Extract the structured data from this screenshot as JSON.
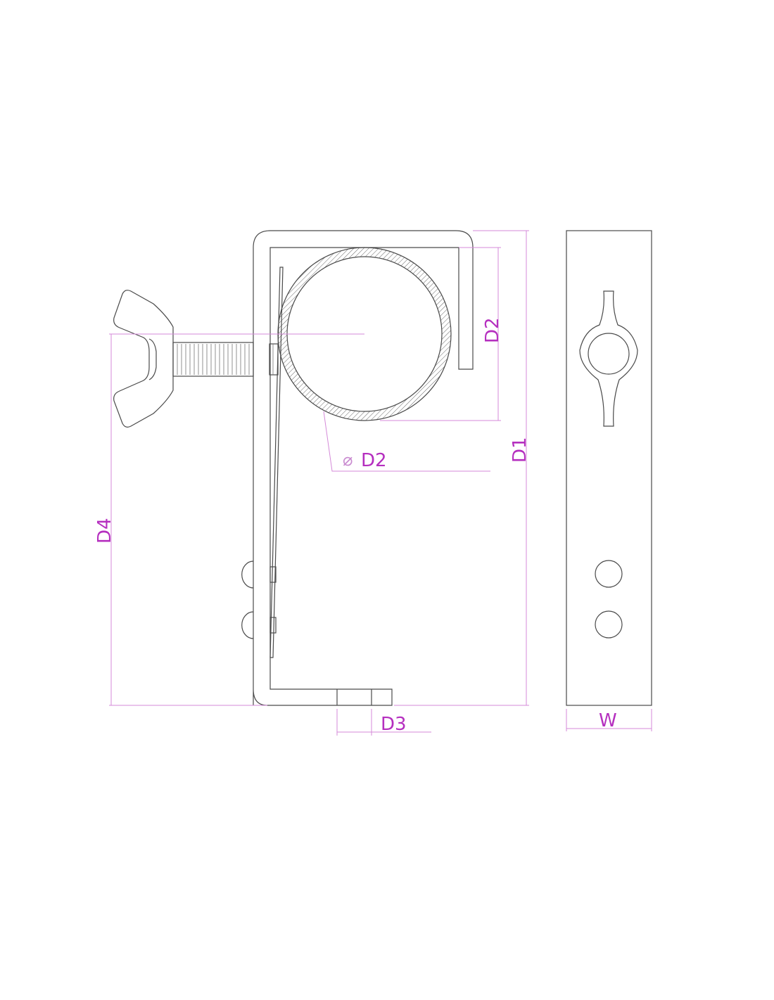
{
  "title": "Clamp dimension drawing",
  "colors": {
    "dimension": "#b52fbf",
    "outline": "#4a4a4a"
  },
  "labels": {
    "d1": "D1",
    "d2": "D2",
    "diameter_symbol": "⌀",
    "d2_diameter": "D2",
    "d3": "D3",
    "d4": "D4",
    "w": "W"
  }
}
